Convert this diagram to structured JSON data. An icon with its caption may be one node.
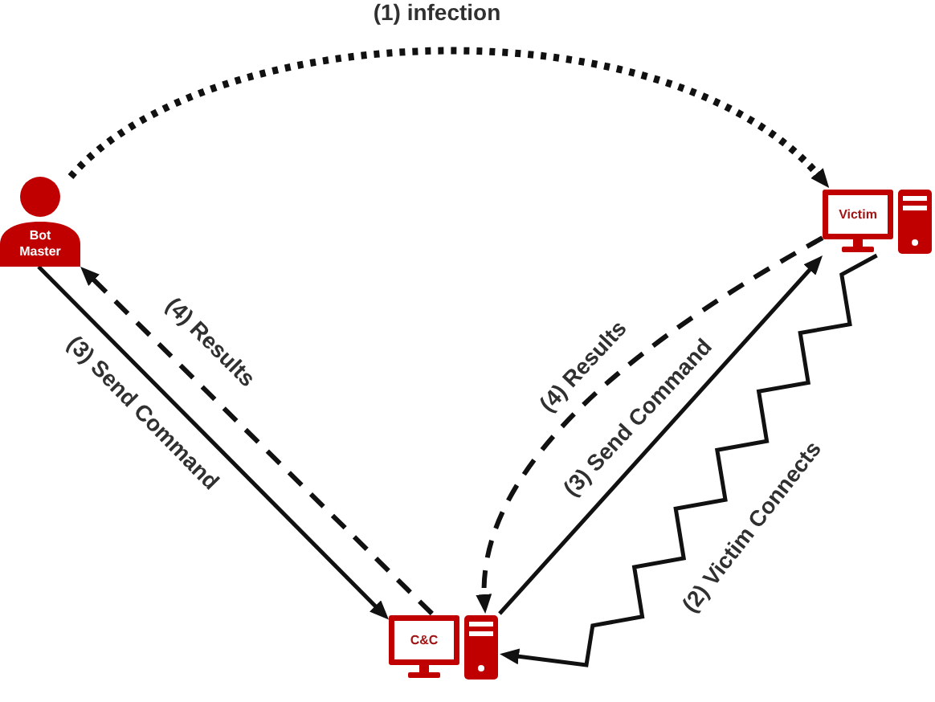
{
  "diagram": {
    "nodes": [
      {
        "text": [
          "Bot Master"
        ]
      },
      {
        "text": [
          "Victim"
        ]
      },
      {
        "text": [
          "C&C"
        ]
      }
    ],
    "edges": [
      {
        "from": 0,
        "to": 1,
        "arrow": "to",
        "label": "(1) infection",
        "style": "dashed"
      },
      {
        "from": 1,
        "to": 2,
        "arrow": "to",
        "label": "(2) Victim Connects"
      },
      {
        "from": 0,
        "to": 2,
        "arrow": "to",
        "label": "(3) Send Command"
      },
      {
        "from": 2,
        "to": 0,
        "arrow": "to",
        "label": "(4) Results",
        "style": "dashed"
      },
      {
        "from": 2,
        "to": 1,
        "arrow": "to",
        "label": "(3) Send Command"
      },
      {
        "from": 1,
        "to": 2,
        "arrow": "to",
        "label": "(4) Results",
        "style": "dashed"
      }
    ]
  }
}
